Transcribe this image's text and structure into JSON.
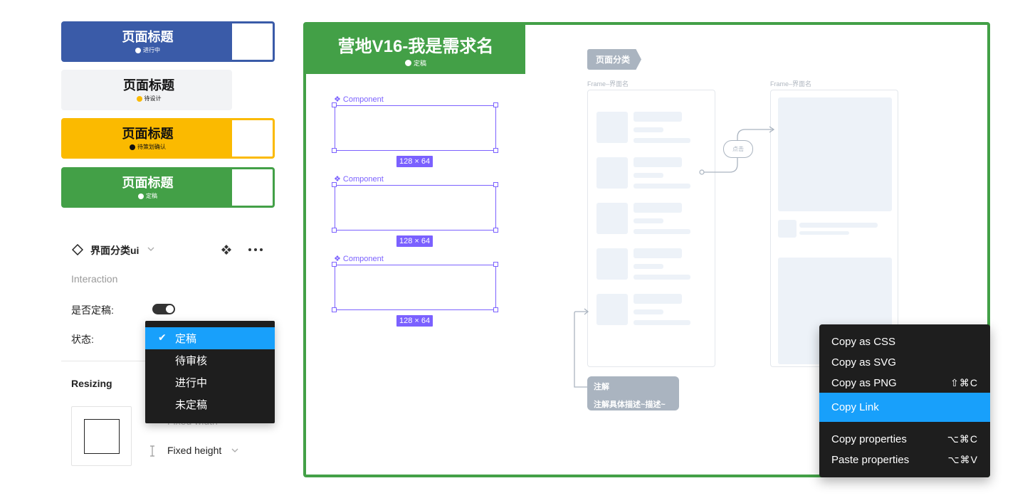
{
  "colors": {
    "blue": "#3a5ba8",
    "gray": "#f2f3f5",
    "yellow": "#fbba00",
    "green": "#43a047",
    "accent": "#18a0fb",
    "purple": "#7b61ff"
  },
  "cards": [
    {
      "title": "页面标题",
      "status": "进行中"
    },
    {
      "title": "页面标题",
      "status": "待设计"
    },
    {
      "title": "页面标题",
      "status": "待策划确认"
    },
    {
      "title": "页面标题",
      "status": "定稿"
    }
  ],
  "panel": {
    "component_name": "界面分类ui",
    "section_interaction": "Interaction",
    "finalized_label": "是否定稿:",
    "status_label": "状态:",
    "resizing_label": "Resizing",
    "fixed_width_label": "Fixed width",
    "fixed_height_label": "Fixed height",
    "finalized_on": true
  },
  "status_dropdown": {
    "options": [
      "定稿",
      "待审核",
      "进行中",
      "未定稿"
    ],
    "selected": "定稿"
  },
  "canvas": {
    "frame_title": "营地V16-我是需求名",
    "frame_status": "定稿",
    "components": [
      {
        "label": "Component",
        "size": "128 × 64"
      },
      {
        "label": "Component",
        "size": "128 × 64"
      },
      {
        "label": "Component",
        "size": "128 × 64"
      }
    ],
    "page_tag": "页面分类",
    "frame_name_1": "Frame–界面名",
    "frame_name_2": "Frame–界面名",
    "click_label": "点击",
    "note_title": "注解",
    "note_body": "注解具体描述~描述~"
  },
  "context_menu": {
    "items": [
      {
        "label": "Copy as CSS",
        "shortcut": ""
      },
      {
        "label": "Copy as SVG",
        "shortcut": ""
      },
      {
        "label": "Copy as PNG",
        "shortcut": "⇧⌘C"
      },
      {
        "label": "Copy Link",
        "shortcut": ""
      },
      {
        "label": "Copy properties",
        "shortcut": "⌥⌘C"
      },
      {
        "label": "Paste properties",
        "shortcut": "⌥⌘V"
      }
    ],
    "active": "Copy Link"
  }
}
